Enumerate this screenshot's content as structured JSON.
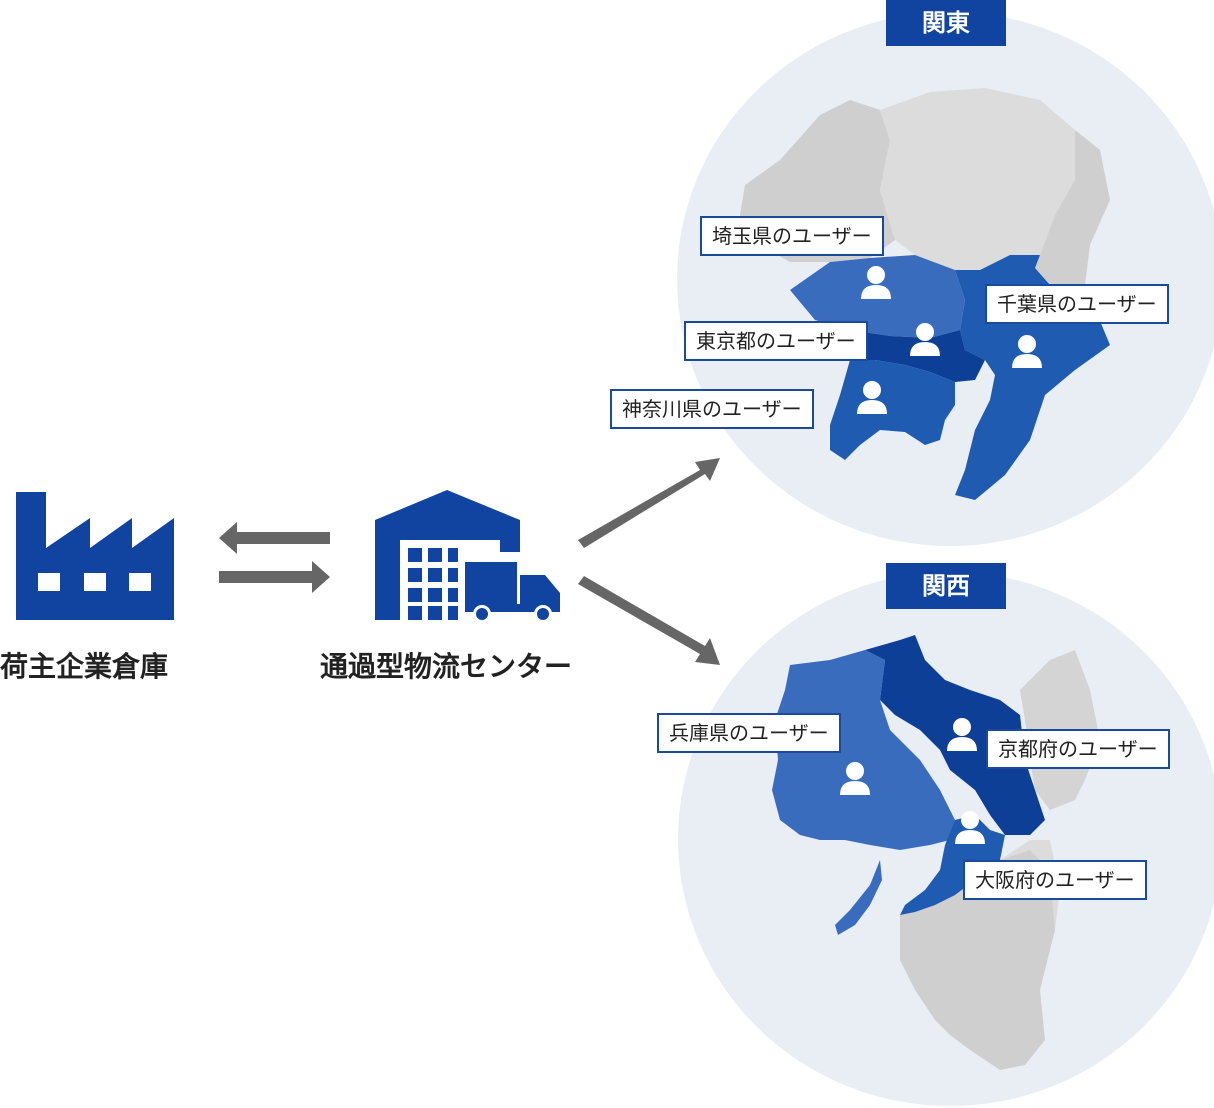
{
  "nodes": {
    "factory": {
      "label": "荷主企業倉庫",
      "icon": "factory-icon"
    },
    "center": {
      "label": "通過型物流センター",
      "icon": "warehouse-truck-icon"
    }
  },
  "regions": {
    "kanto": {
      "tag": "関東",
      "users": [
        {
          "label": "埼玉県のユーザー"
        },
        {
          "label": "千葉県のユーザー"
        },
        {
          "label": "東京都のユーザー"
        },
        {
          "label": "神奈川県のユーザー"
        }
      ]
    },
    "kansai": {
      "tag": "関西",
      "users": [
        {
          "label": "兵庫県のユーザー"
        },
        {
          "label": "京都府のユーザー"
        },
        {
          "label": "大阪府のユーザー"
        }
      ]
    }
  },
  "colors": {
    "brand_blue": "#1144a0",
    "map_blue": "#1f5bb0",
    "map_light_blue": "#3a6cbe",
    "map_dark_blue": "#0d3f96",
    "map_gray": "#cfcfcf",
    "map_light_gray": "#dcdcdc",
    "arrow_gray": "#666666",
    "circle_bg": "#e9eef5"
  }
}
